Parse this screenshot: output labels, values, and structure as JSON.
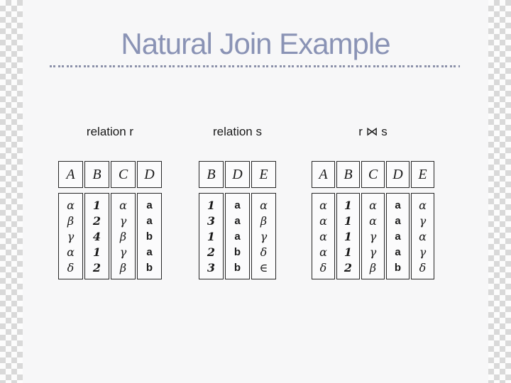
{
  "slide": {
    "title": "Natural Join Example",
    "title_color": "#8a93b5",
    "background": "#f7f7f8",
    "checker_gray": "#d9d9d9",
    "checker_white": "#fcfcfc",
    "divider_color": "#8b90a9"
  },
  "tables": [
    {
      "label": "relation r",
      "headers": [
        "A",
        "B",
        "C",
        "D"
      ],
      "columns": [
        {
          "type": "greek",
          "values": [
            "α",
            "β",
            "γ",
            "α",
            "δ"
          ]
        },
        {
          "type": "num",
          "values": [
            "1",
            "2",
            "4",
            "1",
            "2"
          ]
        },
        {
          "type": "greek",
          "values": [
            "α",
            "γ",
            "β",
            "γ",
            "β"
          ]
        },
        {
          "type": "latin",
          "values": [
            "a",
            "a",
            "b",
            "a",
            "b"
          ]
        }
      ]
    },
    {
      "label": "relation s",
      "headers": [
        "B",
        "D",
        "E"
      ],
      "columns": [
        {
          "type": "num",
          "values": [
            "1",
            "3",
            "1",
            "2",
            "3"
          ]
        },
        {
          "type": "latin",
          "values": [
            "a",
            "a",
            "a",
            "b",
            "b"
          ]
        },
        {
          "type": "greek",
          "values": [
            "α",
            "β",
            "γ",
            "δ",
            "∈"
          ]
        }
      ]
    },
    {
      "label": "r ⋈ s",
      "headers": [
        "A",
        "B",
        "C",
        "D",
        "E"
      ],
      "columns": [
        {
          "type": "greek",
          "values": [
            "α",
            "α",
            "α",
            "α",
            "δ"
          ]
        },
        {
          "type": "num",
          "values": [
            "1",
            "1",
            "1",
            "1",
            "2"
          ]
        },
        {
          "type": "greek",
          "values": [
            "α",
            "α",
            "γ",
            "γ",
            "β"
          ]
        },
        {
          "type": "latin",
          "values": [
            "a",
            "a",
            "a",
            "a",
            "b"
          ]
        },
        {
          "type": "greek",
          "values": [
            "α",
            "γ",
            "α",
            "γ",
            "δ"
          ]
        }
      ]
    }
  ]
}
